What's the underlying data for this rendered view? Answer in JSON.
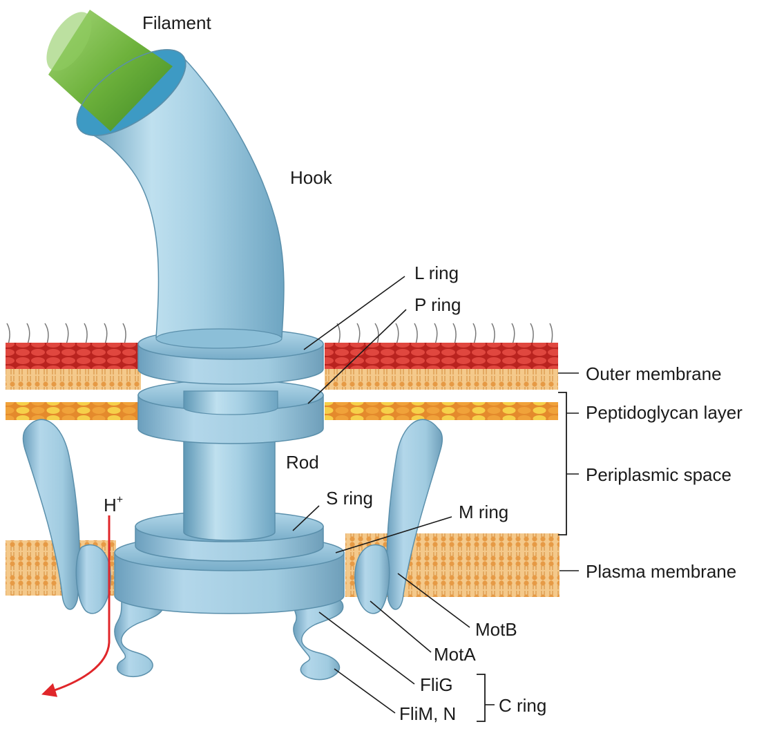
{
  "labels": {
    "filament": "Filament",
    "hook": "Hook",
    "l_ring": "L ring",
    "p_ring": "P ring",
    "rod": "Rod",
    "s_ring": "S ring",
    "m_ring": "M ring",
    "outer_membrane": "Outer membrane",
    "peptidoglycan_layer": "Peptidoglycan layer",
    "periplasmic_space": "Periplasmic space",
    "plasma_membrane": "Plasma membrane",
    "motb": "MotB",
    "mota": "MotA",
    "flig": "FliG",
    "flim_n": "FliM, N",
    "c_ring": "C ring",
    "h_ion": "H",
    "h_charge": "+"
  },
  "colors": {
    "protein_blue": "#8fc1da",
    "protein_dark": "#5e98b5",
    "filament_green": "#6fb43f",
    "outer_membrane_red": "#d93a34",
    "lipid_orange": "#e9a55a",
    "peptidoglycan_yellow": "#f2b63a",
    "proton_arrow": "#e0262a"
  }
}
